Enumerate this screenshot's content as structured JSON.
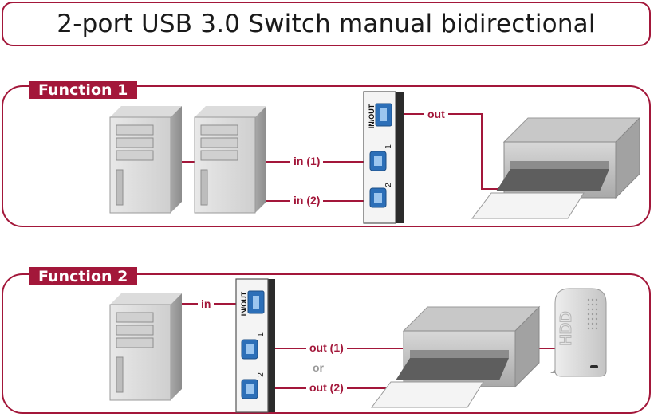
{
  "title": "2-port USB 3.0 Switch manual bidirectional",
  "function1": {
    "label": "Function 1",
    "port_top": "IN/OUT",
    "port_1": "1",
    "port_2": "2",
    "out_label": "out",
    "in1_label": "in (1)",
    "in2_label": "in (2)"
  },
  "function2": {
    "label": "Function 2",
    "port_top": "IN/OUT",
    "port_1": "1",
    "port_2": "2",
    "in_label": "in",
    "out1_label": "out (1)",
    "or_label": "or",
    "out2_label": "out (2)",
    "hdd_text": "HDD"
  },
  "colors": {
    "accent": "#a3173a",
    "usb_blue": "#2c6fb8",
    "device_gray": "#c8c8c8"
  },
  "icons": [
    "desktop-tower-icon",
    "usb-switch-icon",
    "printer-icon",
    "hdd-icon"
  ]
}
